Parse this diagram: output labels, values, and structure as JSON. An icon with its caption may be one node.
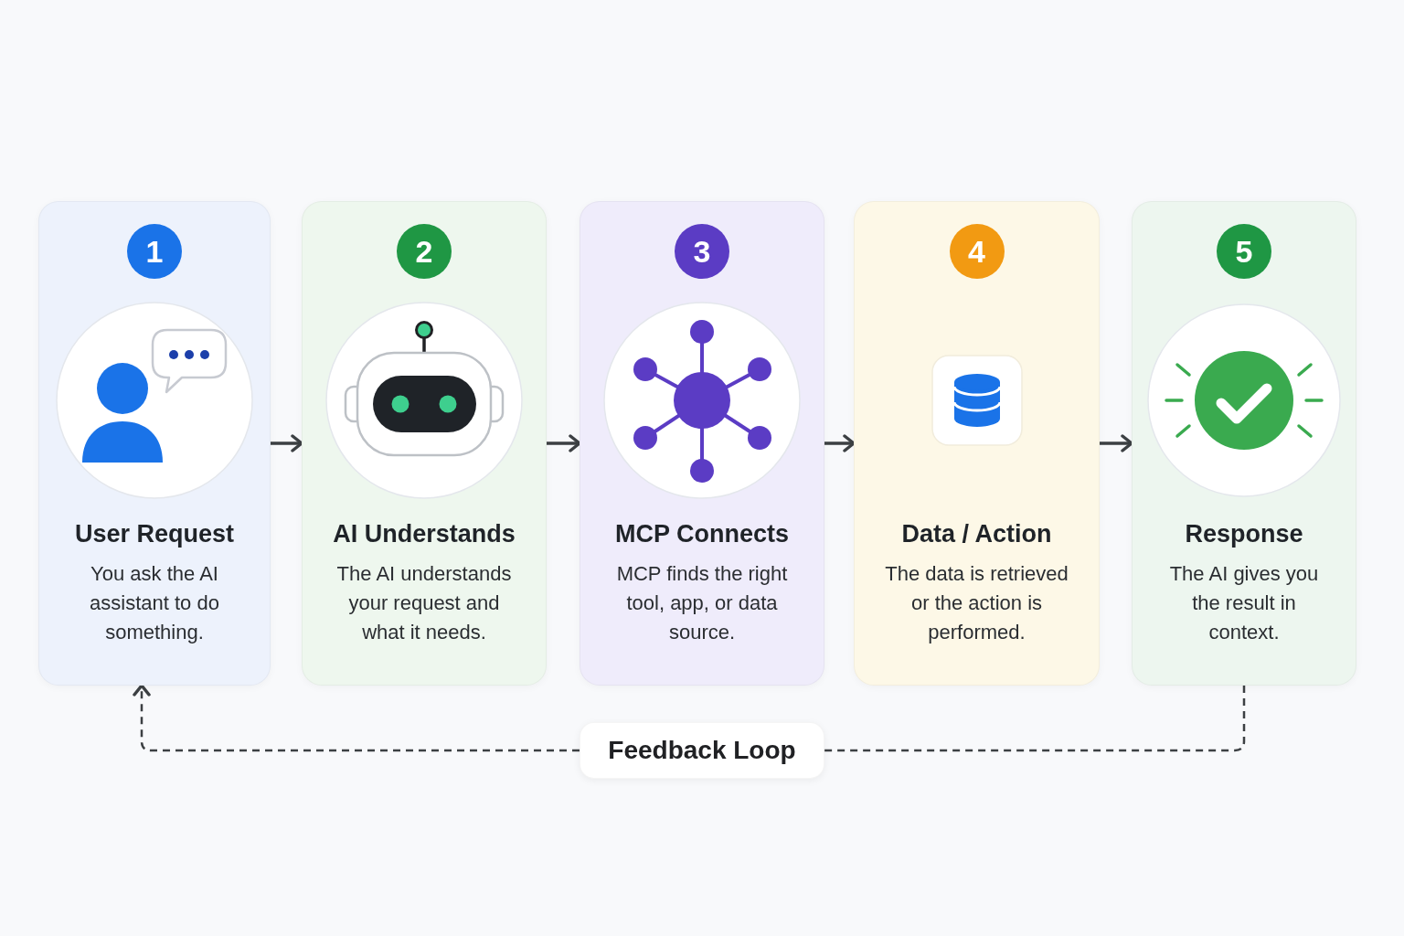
{
  "diagram": {
    "nodes": [
      {
        "text": [
          "User Request",
          "You ask the AI assistant to do something."
        ]
      },
      {
        "text": [
          "1"
        ],
        "in": 0
      },
      {
        "text": [
          "AI Understands",
          "The AI understands your request and what it needs."
        ]
      },
      {
        "text": [
          "2"
        ],
        "in": 2
      },
      {
        "text": [
          "MCP Connects",
          "MCP finds the right tool, app, or data source."
        ]
      },
      {
        "text": [
          "3"
        ],
        "in": 4
      },
      {
        "text": [
          "Data / Action",
          "The data is retrieved or the action is performed."
        ]
      },
      {
        "text": [
          "4"
        ],
        "in": 6
      },
      {
        "text": [
          "Response",
          "The AI gives you the result in context."
        ]
      },
      {
        "text": [
          "5"
        ],
        "in": 8
      },
      {
        "text": [
          "Feedback Loop"
        ]
      }
    ],
    "edges": [
      {
        "from": 0,
        "to": 2,
        "arrow": "to"
      },
      {
        "from": 2,
        "to": 4,
        "arrow": "to"
      },
      {
        "from": 4,
        "to": 6,
        "arrow": "to"
      },
      {
        "from": 6,
        "to": 8,
        "arrow": "to"
      },
      {
        "from": 8,
        "to": 10,
        "arrow": "none",
        "style": "dashed"
      },
      {
        "from": 10,
        "to": 0,
        "arrow": "to",
        "style": "dashed"
      }
    ]
  }
}
